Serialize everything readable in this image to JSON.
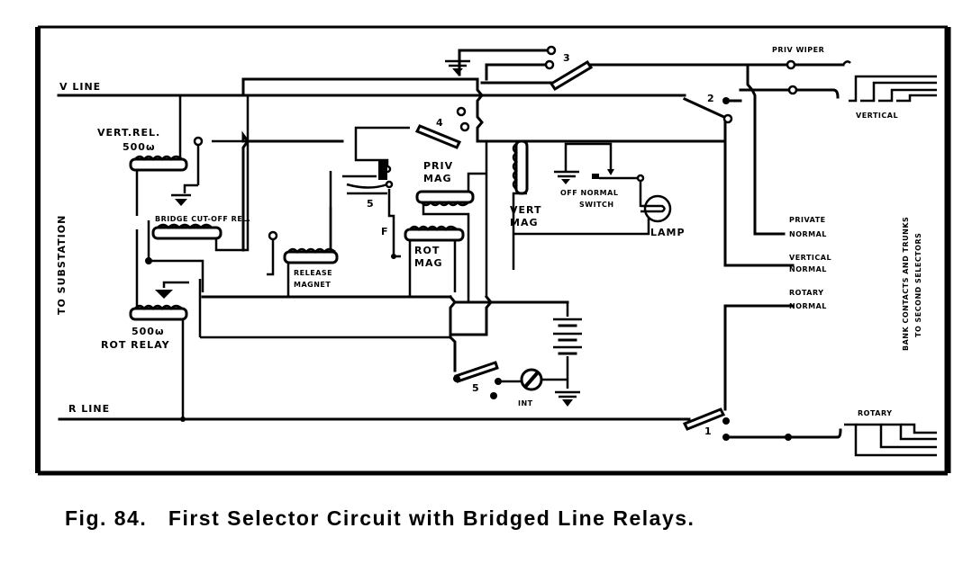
{
  "figure": {
    "caption": "Fig. 84.   First Selector Circuit with Bridged Line Relays."
  },
  "lines": {
    "v_line": "V LINE",
    "r_line": "R LINE",
    "to_substation": "TO SUBSTATION"
  },
  "relays": {
    "vert_rel_name": "VERT.REL.",
    "vert_rel_ohms": "500ω",
    "bridge_cutoff": "BRIDGE CUT-OFF REL.",
    "rot_rel_ohms": "500ω",
    "rot_rel_name": "ROT RELAY"
  },
  "magnets": {
    "release_1": "RELEASE",
    "release_2": "MAGNET",
    "priv_1": "PRIV",
    "priv_2": "MAG",
    "rot_1": "ROT",
    "rot_2": "MAG",
    "vert_1": "VERT",
    "vert_2": "MAG"
  },
  "switches": {
    "off_normal_1": "OFF NORMAL",
    "off_normal_2": "SWITCH",
    "lamp": "LAMP",
    "int": "INT"
  },
  "contacts": {
    "n1": "1",
    "n2": "2",
    "n3": "3",
    "n4": "4",
    "n5a": "5",
    "n5b": "5",
    "f": "F"
  },
  "bank": {
    "priv_wiper": "PRIV WIPER",
    "vertical": "VERTICAL",
    "rotary": "ROTARY",
    "private_normal_1": "PRIVATE",
    "private_normal_2": "NORMAL",
    "vertical_normal_1": "VERTICAL",
    "vertical_normal_2": "NORMAL",
    "rotary_normal_1": "ROTARY",
    "rotary_normal_2": "NORMAL",
    "side_1": "BANK CONTACTS AND TRUNKS",
    "side_2": "TO SECOND SELECTORS"
  }
}
